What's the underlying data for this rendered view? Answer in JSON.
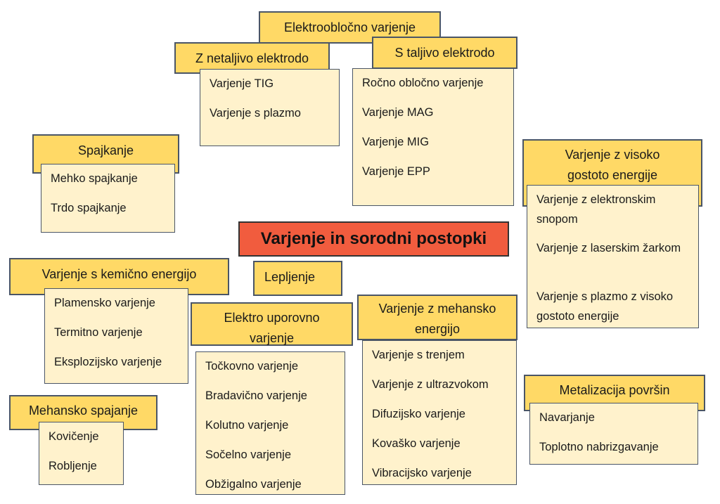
{
  "title": "Varjenje in sorodni postopki",
  "colors": {
    "header": "#FFD966",
    "list": "#FFF2CC",
    "main": "#F15C3E",
    "border": "#4a5566"
  },
  "elektroobločno": {
    "title": "Elektroobločno varjenje"
  },
  "netaljivo": {
    "title": "Z netaljivo elektrodo",
    "items": [
      "Varjenje TIG",
      "Varjenje s plazmo"
    ]
  },
  "taljivo": {
    "title": "S taljivo elektrodo",
    "items": [
      "Ročno obločno varjenje",
      "Varjenje MAG",
      "Varjenje MIG",
      "Varjenje EPP"
    ]
  },
  "spajkanje": {
    "title": "Spajkanje",
    "items": [
      "Mehko spajkanje",
      "Trdo spajkanje"
    ]
  },
  "visoka": {
    "title": "Varjenje z visoko gostoto energije",
    "items": [
      "Varjenje z elektronskim snopom",
      "Varjenje z laserskim žarkom",
      "Varjenje s plazmo z visoko gostoto energije"
    ]
  },
  "kemicna": {
    "title": "Varjenje s kemično energijo",
    "items": [
      "Plamensko varjenje",
      "Termitno varjenje",
      "Eksplozijsko varjenje"
    ]
  },
  "lepljenje": {
    "title": "Lepljenje"
  },
  "uporovno": {
    "title": "Elektro uporovno varjenje",
    "items": [
      "Točkovno varjenje",
      "Bradavično varjenje",
      "Kolutno varjenje",
      "Sočelno varjenje",
      "Obžigalno varjenje"
    ]
  },
  "mehanska": {
    "title": "Varjenje z mehansko energijo",
    "items": [
      "Varjenje s trenjem",
      "Varjenje z ultrazvokom",
      "Difuzijsko varjenje",
      "Kovaško varjenje",
      "Vibracijsko varjenje"
    ]
  },
  "metalizacija": {
    "title": "Metalizacija površin",
    "items": [
      "Navarjanje",
      "Toplotno nabrizgavanje"
    ]
  },
  "spajanje": {
    "title": "Mehansko spajanje",
    "items": [
      "Kovičenje",
      "Robljenje"
    ]
  }
}
